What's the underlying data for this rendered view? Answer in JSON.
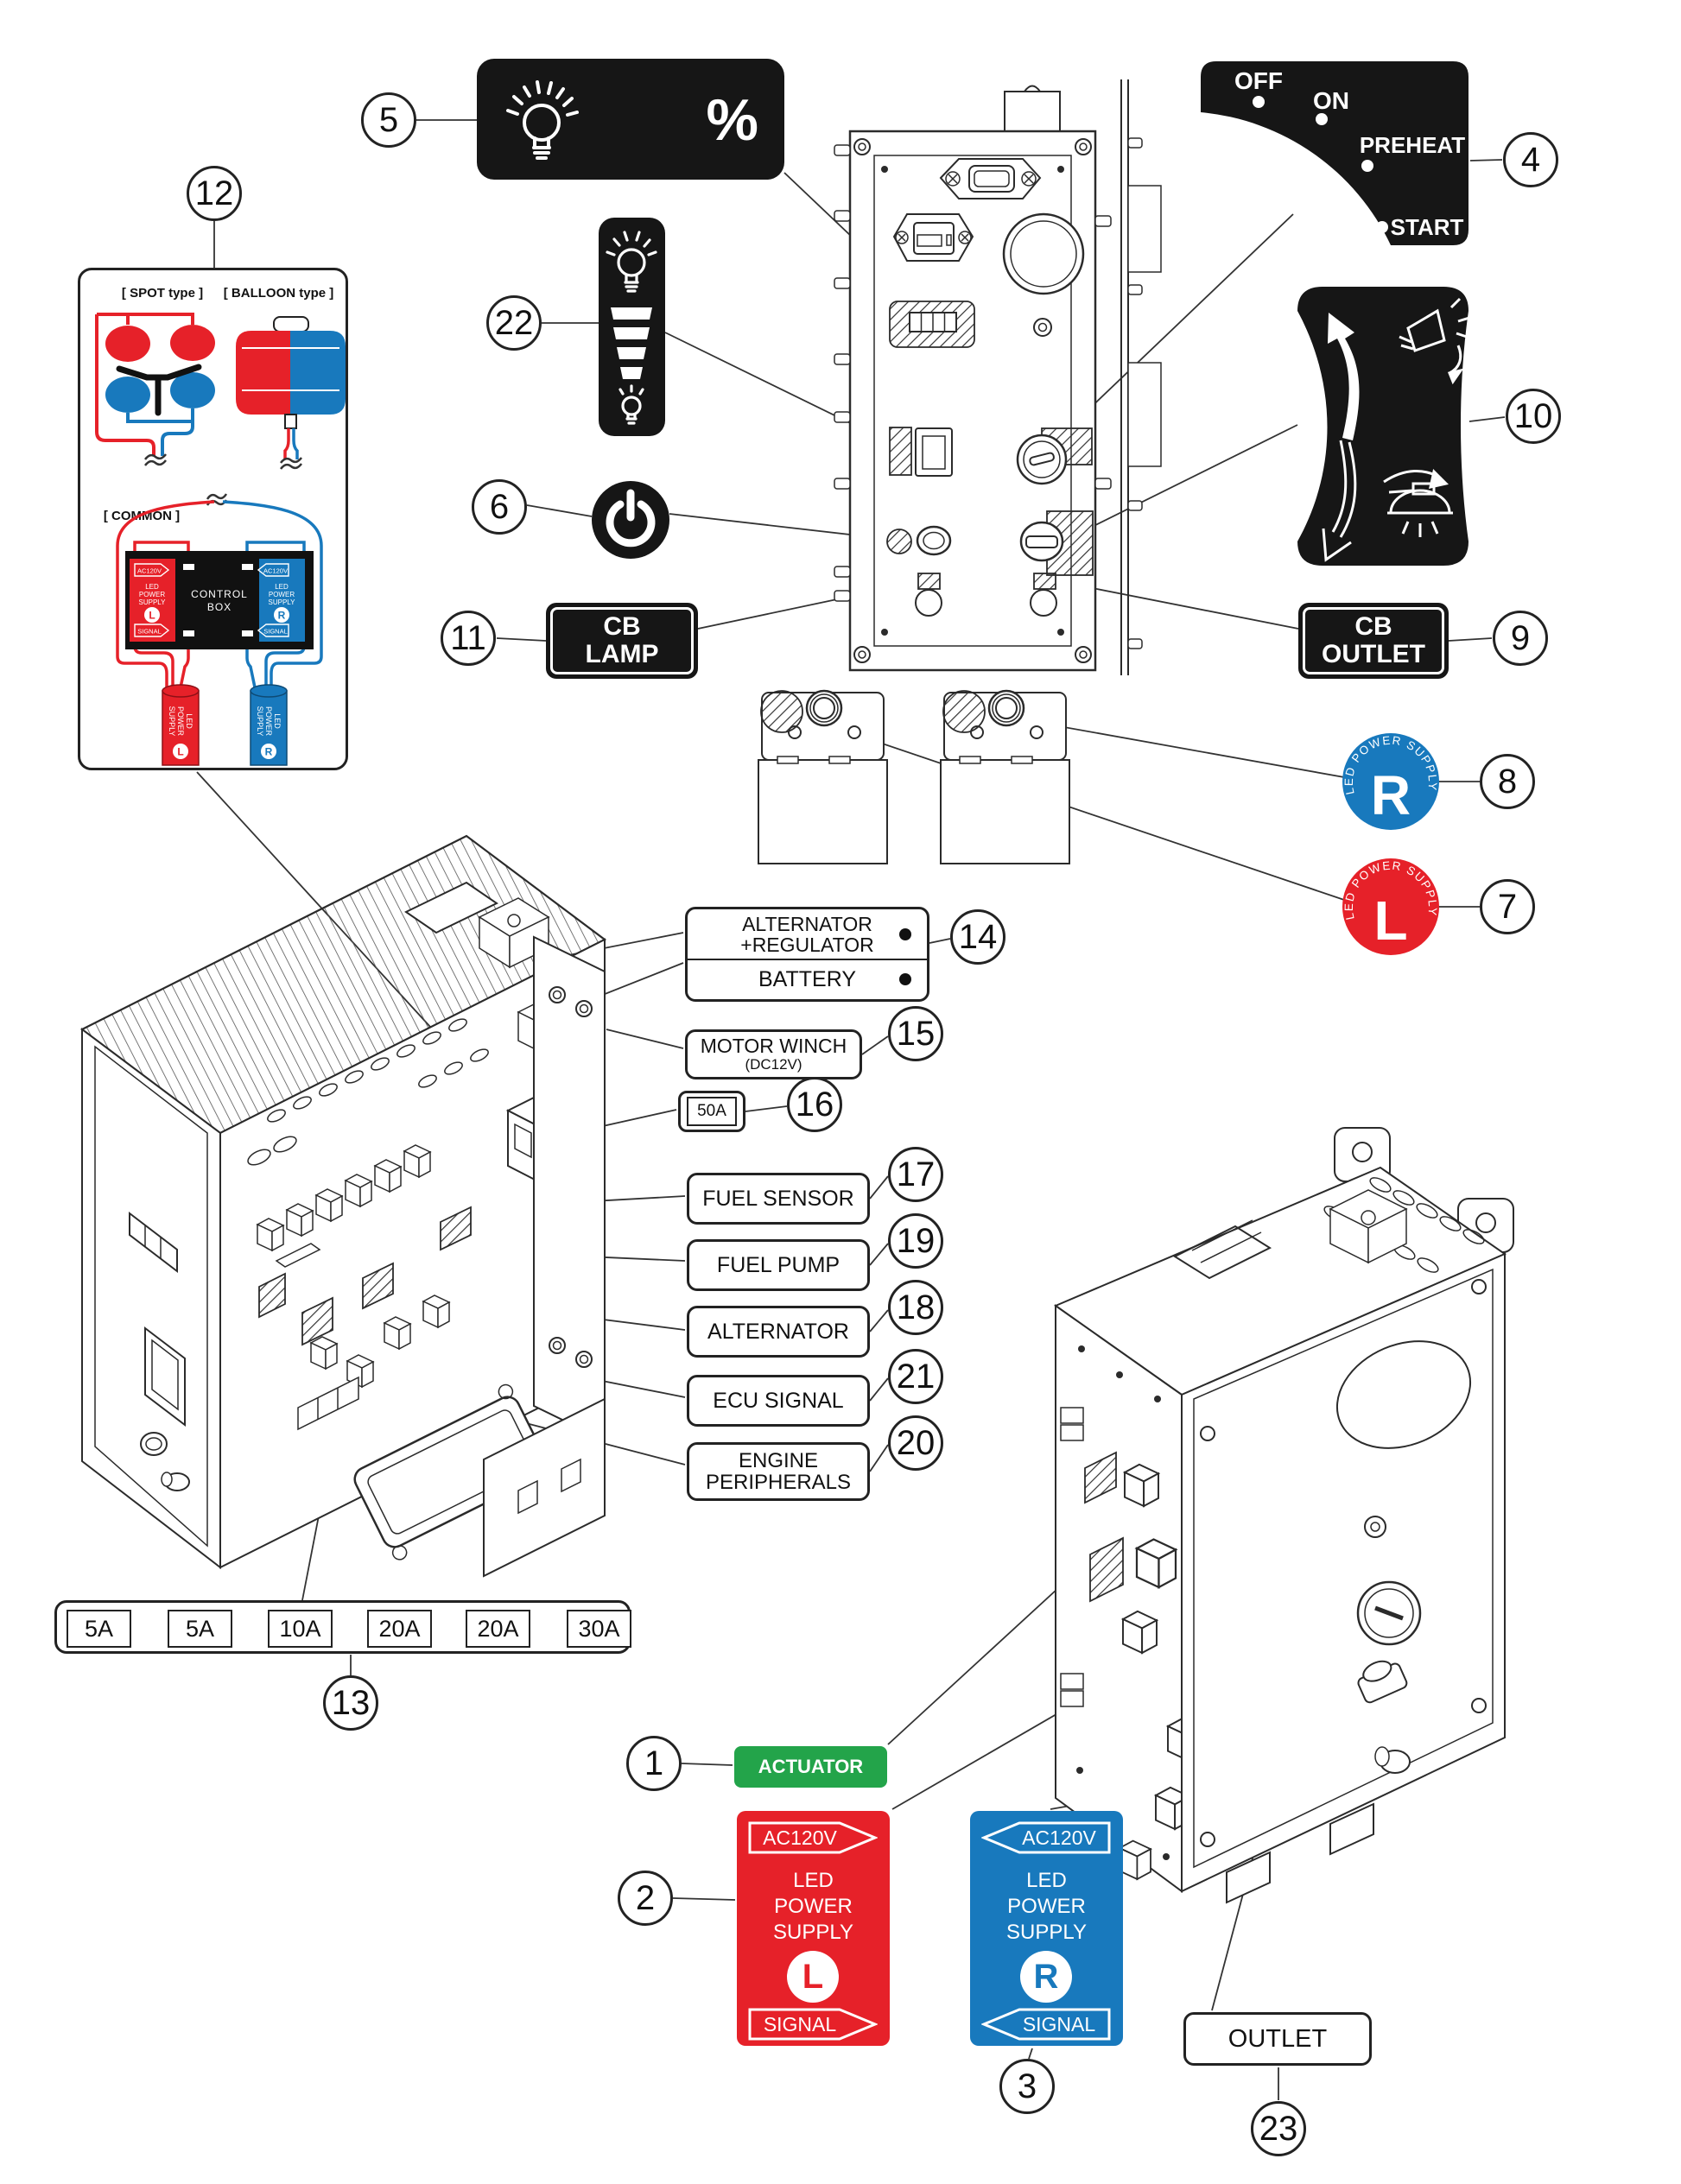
{
  "colors": {
    "red": "#E62129",
    "blue": "#1879BD",
    "green": "#23A44A",
    "label_black": "#161616",
    "line": "#2b2b2b"
  },
  "callouts": {
    "c1": "1",
    "c2": "2",
    "c3": "3",
    "c4": "4",
    "c5": "5",
    "c6": "6",
    "c7": "7",
    "c8": "8",
    "c9": "9",
    "c10": "10",
    "c11": "11",
    "c12": "12",
    "c13": "13",
    "c14": "14",
    "c15": "15",
    "c16": "16",
    "c17": "17",
    "c18": "18",
    "c19": "19",
    "c20": "20",
    "c21": "21",
    "c22": "22",
    "c23": "23"
  },
  "key_switch_label": {
    "off": "OFF",
    "on": "ON",
    "preheat": "PREHEAT",
    "start": "START"
  },
  "brightness_label": {
    "percent": "%"
  },
  "cb_labels": {
    "lamp_line1": "CB",
    "lamp_line2": "LAMP",
    "outlet_line1": "CB",
    "outlet_line2": "OUTLET"
  },
  "badges": {
    "arc_text": "LED POWER SUPPLY",
    "right": "R",
    "left": "L"
  },
  "wiring_panel": {
    "spot_title": "[ SPOT type ]",
    "balloon_title": "[ BALLOON type ]",
    "common_title": "[ COMMON ]",
    "control_box_line1": "CONTROL",
    "control_box_line2": "BOX",
    "ac120v": "AC120V",
    "signal": "SIGNAL",
    "led": "LED",
    "power": "POWER",
    "supply": "SUPPLY",
    "left": "L",
    "right": "R"
  },
  "component_labels": {
    "alternator_regulator_line1": "ALTERNATOR",
    "alternator_regulator_line2": "+REGULATOR",
    "battery": "BATTERY",
    "motor_winch": "MOTOR WINCH",
    "motor_winch_sub": "(DC12V)",
    "breaker_50a": "50A",
    "fuel_sensor": "FUEL SENSOR",
    "fuel_pump": "FUEL PUMP",
    "alternator": "ALTERNATOR",
    "ecu_signal": "ECU SIGNAL",
    "engine_peripherals_line1": "ENGINE",
    "engine_peripherals_line2": "PERIPHERALS",
    "actuator": "ACTUATOR",
    "outlet": "OUTLET"
  },
  "fuse_strip": {
    "fuses": [
      "5A",
      "5A",
      "10A",
      "20A",
      "20A",
      "30A"
    ]
  },
  "power_supply_labels": {
    "ac120v": "AC120V",
    "signal": "SIGNAL",
    "led": "LED",
    "power": "POWER",
    "supply": "SUPPLY",
    "left": "L",
    "right": "R"
  }
}
